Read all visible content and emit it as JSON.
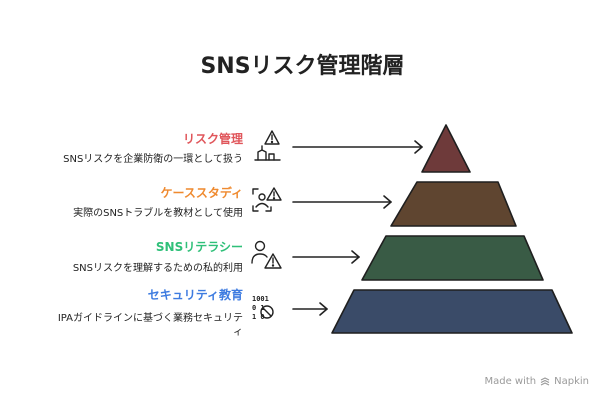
{
  "title": "SNSリスク管理階層",
  "tiers": [
    {
      "title": "リスク管理",
      "description": "SNSリスクを企業防衛の一環として扱う",
      "color": "#e0565b",
      "fill": "#6e3a3a",
      "icon": "risk-alert-icon"
    },
    {
      "title": "ケーススタディ",
      "description": "実際のSNSトラブルを教材として使用",
      "color": "#ef8a2f",
      "fill": "#5f4530",
      "icon": "case-study-alert-icon"
    },
    {
      "title": "SNSリテラシー",
      "description": "SNSリスクを理解するための私的利用",
      "color": "#2fc079",
      "fill": "#395b45",
      "icon": "user-alert-icon"
    },
    {
      "title": "セキュリティ教育",
      "description": "IPAガイドラインに基づく業務セキュリティ",
      "color": "#3d7be0",
      "fill": "#3a4b68",
      "icon": "binary-security-icon"
    }
  ],
  "footer": {
    "made_with": "Made with",
    "brand": "Napkin"
  },
  "colors": {
    "arrow": "#222222",
    "stroke": "#1f1f1f"
  }
}
